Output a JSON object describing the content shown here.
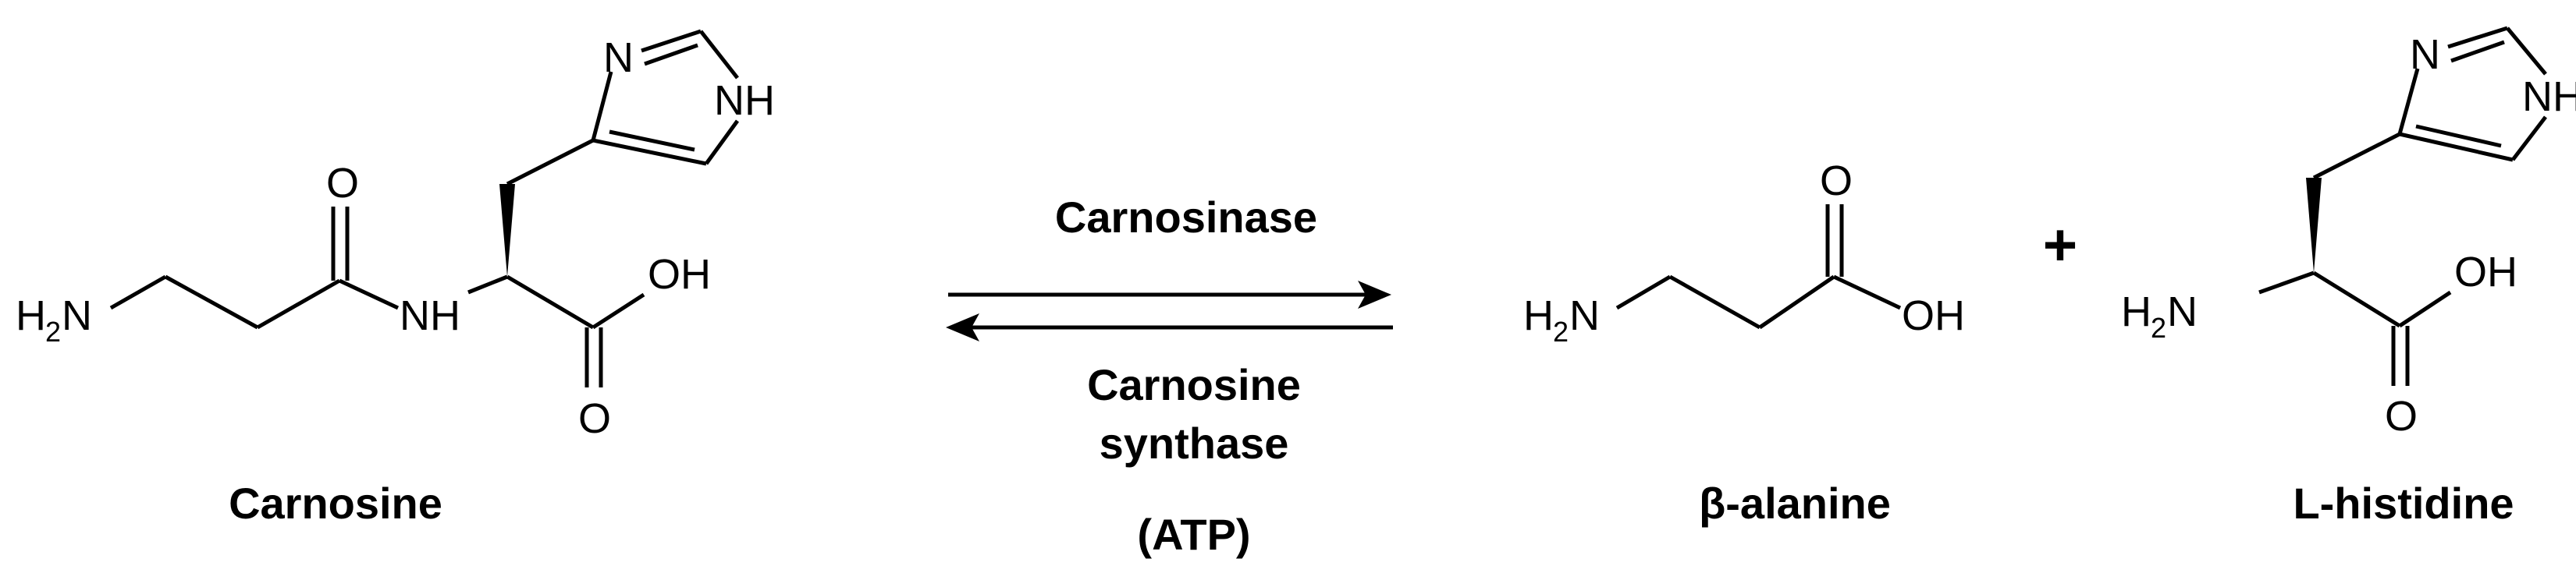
{
  "molecules": {
    "carnosine": {
      "name": "Carnosine",
      "atoms": {
        "amine_h": "H",
        "amine_sub": "2",
        "amine_n": "N",
        "amide_nh": "NH",
        "carbonyl_o": "O",
        "acid_oh": "OH",
        "acid_o": "O",
        "ring_n": "N",
        "ring_nh": "NH"
      }
    },
    "beta_alanine": {
      "name": "β-alanine",
      "atoms": {
        "amine_h": "H",
        "amine_sub": "2",
        "amine_n": "N",
        "carbonyl_o": "O",
        "acid_oh": "OH"
      }
    },
    "histidine": {
      "name": "L-histidine",
      "atoms": {
        "amine_h": "H",
        "amine_sub": "2",
        "amine_n": "N",
        "acid_oh": "OH",
        "acid_o": "O",
        "ring_n": "N",
        "ring_nh": "NH"
      }
    }
  },
  "reaction": {
    "forward_enzyme": "Carnosinase",
    "reverse_enzyme_line1": "Carnosine",
    "reverse_enzyme_line2": "synthase",
    "cofactor": "(ATP)",
    "plus": "+"
  },
  "colors": {
    "ink": "#000000",
    "background": "#ffffff"
  }
}
